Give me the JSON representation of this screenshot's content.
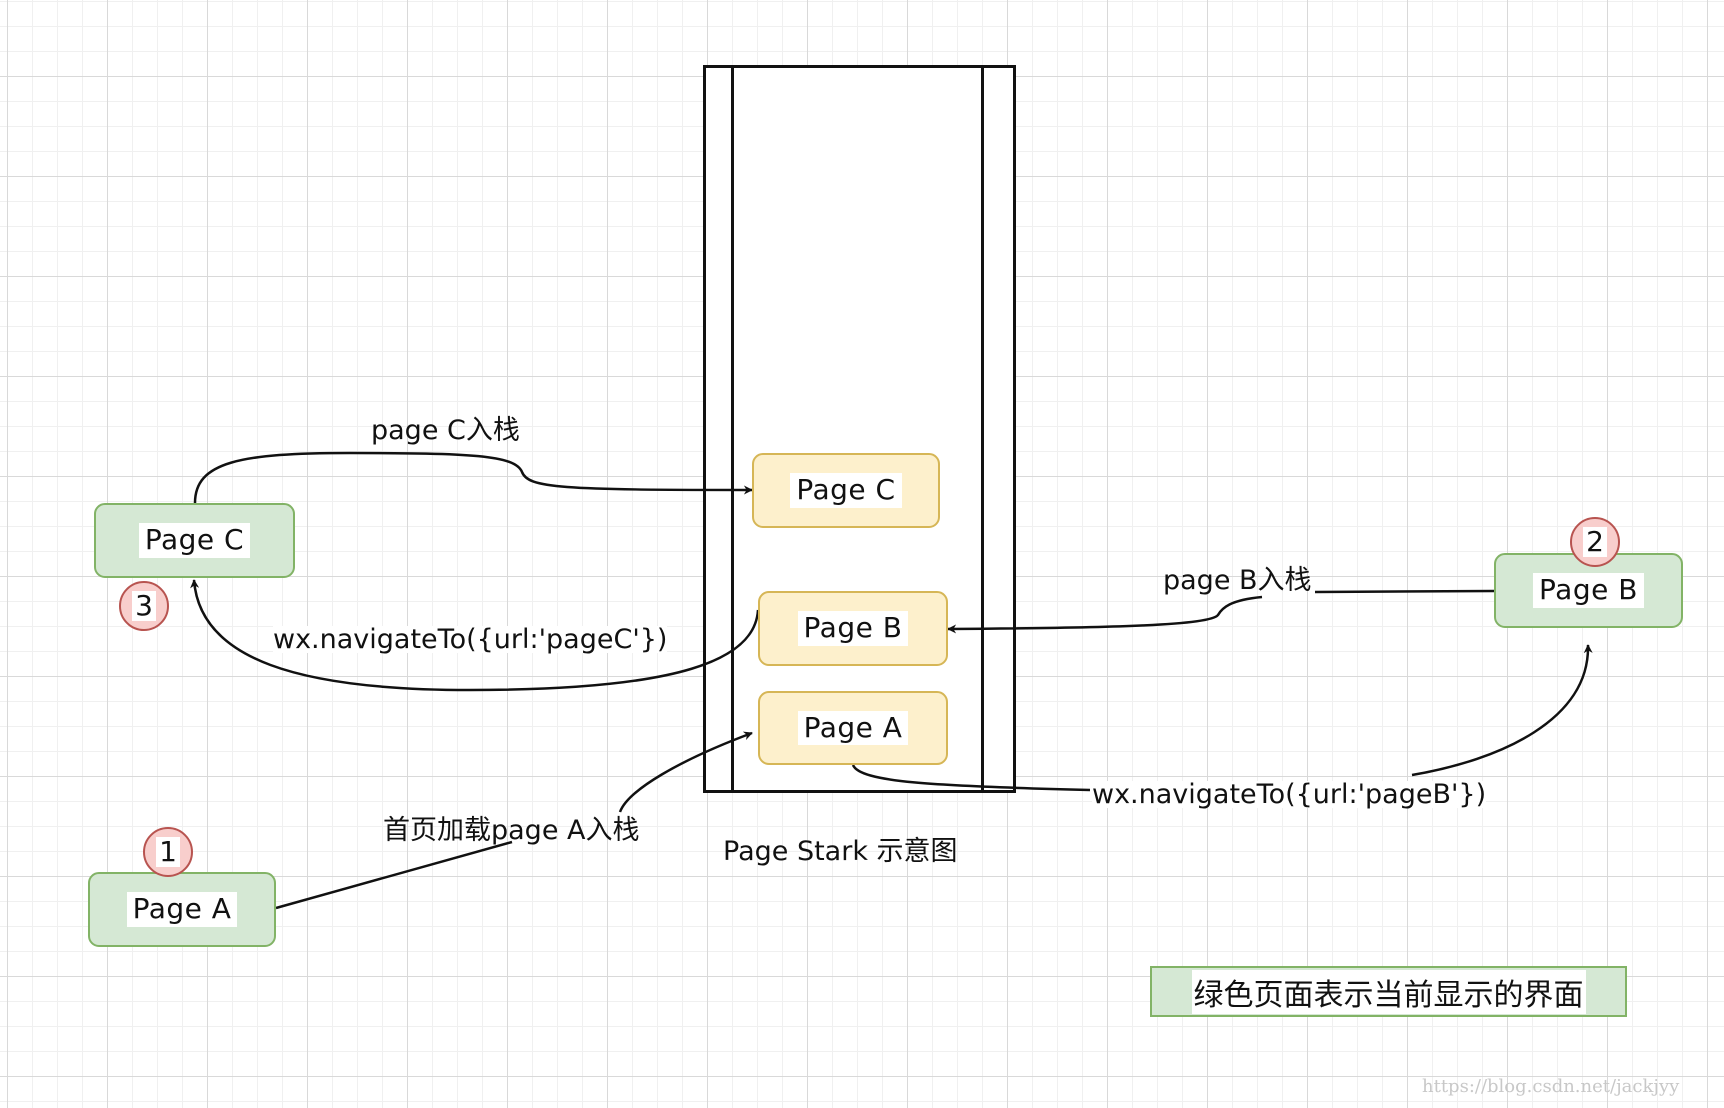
{
  "diagram": {
    "stack": {
      "title": "Page  Stark 示意图",
      "nodes": [
        {
          "id": "stack-page-c",
          "label": "Page  C"
        },
        {
          "id": "stack-page-b",
          "label": "Page  B"
        },
        {
          "id": "stack-page-a",
          "label": "Page  A"
        }
      ]
    },
    "screens": [
      {
        "id": "screen-page-a",
        "label": "Page  A",
        "step": "1"
      },
      {
        "id": "screen-page-b",
        "label": "Page  B",
        "step": "2"
      },
      {
        "id": "screen-page-c",
        "label": "Page  C",
        "step": "3"
      }
    ],
    "edges": [
      {
        "id": "edge-load-a",
        "from": "screen-page-a",
        "to": "stack-page-a",
        "label": "首页加载page A入栈"
      },
      {
        "id": "edge-navigate-b",
        "from": "stack-page-a",
        "to": "screen-page-b",
        "label": "wx.navigateTo({url:'pageB'})"
      },
      {
        "id": "edge-push-b",
        "from": "screen-page-b",
        "to": "stack-page-b",
        "label": "page B入栈"
      },
      {
        "id": "edge-navigate-c",
        "from": "stack-page-b",
        "to": "screen-page-c",
        "label": "wx.navigateTo({url:'pageC'})"
      },
      {
        "id": "edge-push-c",
        "from": "screen-page-c",
        "to": "stack-page-c",
        "label": "page C入栈"
      }
    ],
    "legend": "绿色页面表示当前显示的界面",
    "watermark": "https://blog.csdn.net/jackjyy",
    "colors": {
      "stack_node_fill": "#fdf0cc",
      "stack_node_stroke": "#d6b656",
      "screen_fill": "#d5e8d4",
      "screen_stroke": "#82b366",
      "badge_fill": "#f8cecc",
      "badge_stroke": "#b85450",
      "line": "#111111"
    }
  }
}
